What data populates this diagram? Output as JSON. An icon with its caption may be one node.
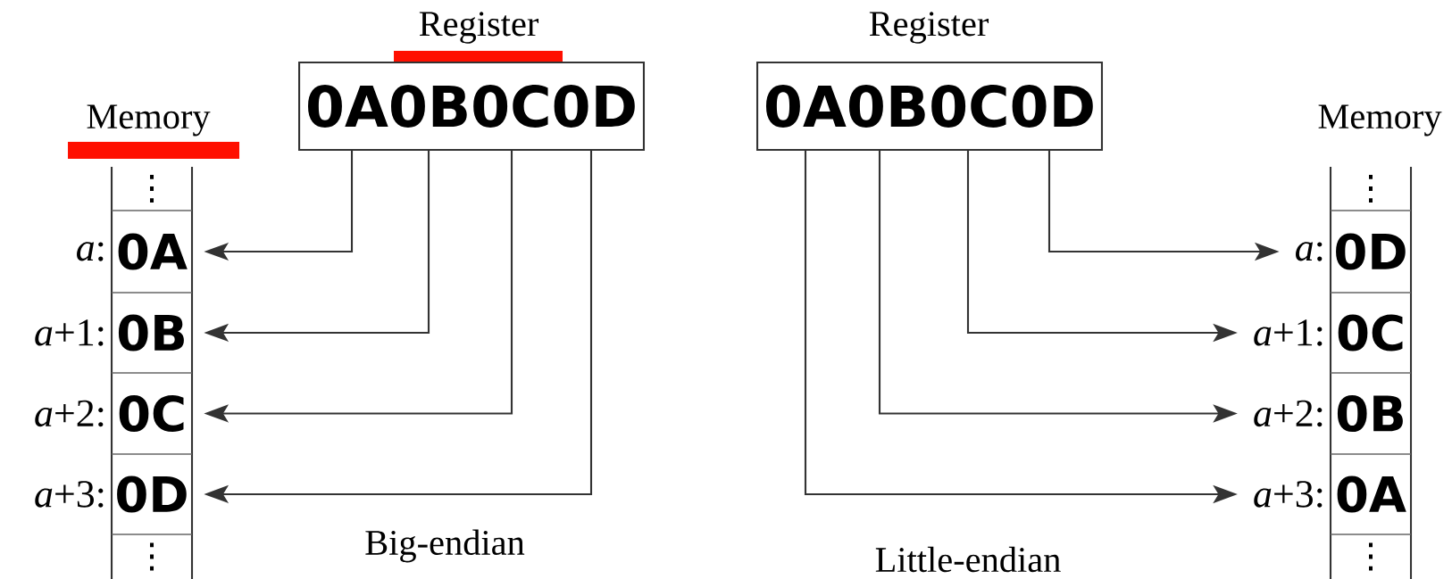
{
  "diagram": {
    "nodes": [
      {
        "text": [
          "Register",
          "0A0B0C0D"
        ]
      },
      {
        "text": [
          "Memory"
        ]
      },
      {
        "text": [
          "⋮"
        ],
        "in": 1
      },
      {
        "text": [
          "0A"
        ],
        "in": 1,
        "beside": [
          "*a*:"
        ]
      },
      {
        "text": [
          "0B"
        ],
        "in": 1,
        "beside": [
          "*a*+1:"
        ]
      },
      {
        "text": [
          "0C"
        ],
        "in": 1,
        "beside": [
          "*a*+2:"
        ]
      },
      {
        "text": [
          "0D"
        ],
        "in": 1,
        "beside": [
          "*a*+3:"
        ]
      },
      {
        "text": [
          "⋮"
        ],
        "in": 1
      },
      {
        "text": [
          "Register",
          "0A0B0C0D"
        ]
      },
      {
        "text": [
          "Memory"
        ]
      },
      {
        "text": [
          "⋮"
        ],
        "in": 9
      },
      {
        "text": [
          "0D"
        ],
        "in": 9,
        "beside": [
          "*a*:"
        ]
      },
      {
        "text": [
          "0C"
        ],
        "in": 9,
        "beside": [
          "*a*+1:"
        ]
      },
      {
        "text": [
          "0B"
        ],
        "in": 9,
        "beside": [
          "*a*+2:"
        ]
      },
      {
        "text": [
          "0A"
        ],
        "in": 9,
        "beside": [
          "*a*+3:"
        ]
      },
      {
        "text": [
          "⋮"
        ],
        "in": 9
      }
    ],
    "edges": [
      {
        "from": 0,
        "to": 3,
        "arrow": "to"
      },
      {
        "from": 0,
        "to": 4,
        "arrow": "to"
      },
      {
        "from": 0,
        "to": 5,
        "arrow": "to"
      },
      {
        "from": 0,
        "to": 6,
        "arrow": "to"
      },
      {
        "from": 8,
        "to": 11,
        "arrow": "to"
      },
      {
        "from": 8,
        "to": 12,
        "arrow": "to"
      },
      {
        "from": 8,
        "to": 13,
        "arrow": "to"
      },
      {
        "from": 8,
        "to": 14,
        "arrow": "to"
      }
    ],
    "labels": [
      "Big-endian",
      "Little-endian"
    ]
  }
}
